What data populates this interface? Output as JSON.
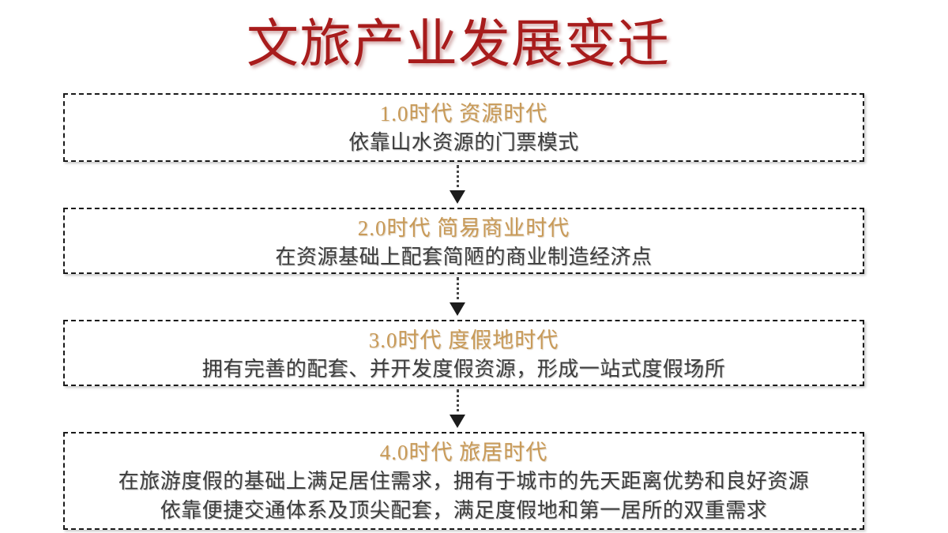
{
  "slide": {
    "title": "文旅产业发展变迁",
    "title_color": "#a81c1c",
    "heading_color": "#c89a58",
    "body_color": "#3d3d3d",
    "background_color": "#ffffff",
    "border_style": "dashed",
    "border_color": "#1a1a1a"
  },
  "stages": [
    {
      "heading": "1.0时代  资源时代",
      "body": [
        "依靠山水资源的门票模式"
      ]
    },
    {
      "heading": "2.0时代  简易商业时代",
      "body": [
        "在资源基础上配套简陋的商业制造经济点"
      ]
    },
    {
      "heading": "3.0时代  度假地时代",
      "body": [
        "拥有完善的配套、并开发度假资源，形成一站式度假场所"
      ]
    },
    {
      "heading": "4.0时代  旅居时代",
      "body": [
        "在旅游度假的基础上满足居住需求，拥有于城市的先天距离优势和良好资源",
        "依靠便捷交通体系及顶尖配套，满足度假地和第一居所的双重需求"
      ]
    }
  ],
  "connectors": [
    {
      "icon": "arrow-down-icon",
      "style": "dotted"
    },
    {
      "icon": "arrow-down-icon",
      "style": "dotted"
    },
    {
      "icon": "arrow-down-icon",
      "style": "dotted"
    }
  ]
}
